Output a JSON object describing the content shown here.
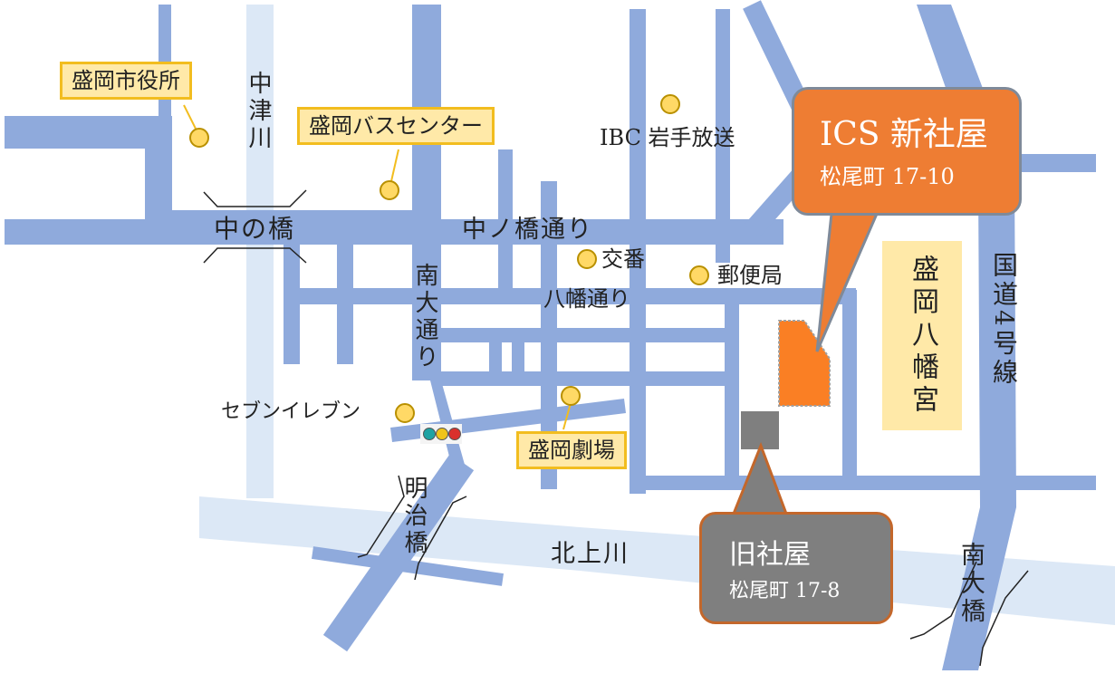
{
  "labels": {
    "city_hall": "盛岡市役所",
    "bus_center": "盛岡バスセンター",
    "ibc": "IBC 岩手放送",
    "nakatsu_river": "中津川",
    "naka_bridge": "中の橋",
    "nakanohashi_st": "中ノ橋通り",
    "koban": "交番",
    "post_office": "郵便局",
    "yawata_st": "八幡通り",
    "minami_odori": "南大通り",
    "seven_eleven": "セブンイレブン",
    "theater": "盛岡劇場",
    "meiji_bridge": "明治橋",
    "kitakami_river": "北上川",
    "route4": "国道4号線",
    "minami_ohashi": "南大橋",
    "hachimangu": "盛岡八幡宮"
  },
  "new_office": {
    "title": "ICS 新社屋",
    "address": "松尾町 17-10"
  },
  "old_office": {
    "title": "旧社屋",
    "address": "松尾町 17-8"
  },
  "colors": {
    "road": "#8faadc",
    "river": "#dce8f6",
    "poi_fill": "#ffd966",
    "poi_border": "#b99000",
    "label_fill": "#ffe9a8",
    "label_border": "#f2bd1f",
    "new_office": "#ee7d33",
    "old_office": "#7f7f7f",
    "shrine": "#ffe9a8"
  },
  "traffic_light": [
    "#1fa3a3",
    "#f0c419",
    "#d9302c"
  ]
}
